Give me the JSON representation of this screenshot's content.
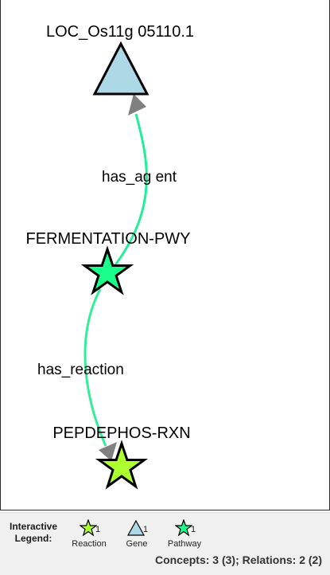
{
  "graph": {
    "nodes": [
      {
        "id": "gene",
        "label": "LOC_Os11g 05110.1",
        "type": "Gene",
        "color": "#add8e6"
      },
      {
        "id": "pathway",
        "label": "FERMENTATION-PWY",
        "type": "Pathway",
        "color": "#1aff8c"
      },
      {
        "id": "reaction",
        "label": "PEPDEPHOS-RXN",
        "type": "Reaction",
        "color": "#adff2f"
      }
    ],
    "edges": [
      {
        "label": "has_ag ent",
        "color": "#22ee99"
      },
      {
        "label": "has_reaction",
        "color": "#33ee99"
      }
    ],
    "arrow_color": "#808080"
  },
  "legend": {
    "title_line1": "Interactive",
    "title_line2": "Legend:",
    "items": [
      {
        "label": "Reaction",
        "count": "1",
        "icon": "star-icon",
        "color": "#adff2f"
      },
      {
        "label": "Gene",
        "count": "1",
        "icon": "triangle-icon",
        "color": "#add8e6"
      },
      {
        "label": "Pathway",
        "count": "1",
        "icon": "star-icon",
        "color": "#1aff8c"
      }
    ]
  },
  "status": {
    "text": "Concepts: 3 (3); Relations: 2 (2)"
  }
}
